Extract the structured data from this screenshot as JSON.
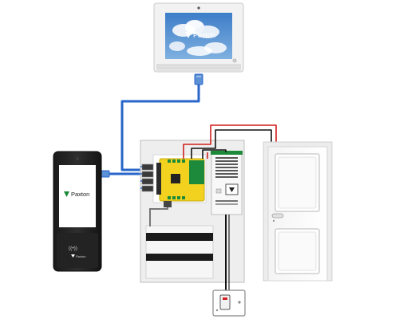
{
  "monitor": {
    "brand": "Paxton",
    "badge": "P"
  },
  "entry_panel": {
    "brand": "Paxton",
    "reader_brand": "Paxton",
    "reader_symbol": "((•))"
  },
  "colors": {
    "network_cable": "#2a66c9",
    "power_wire_red": "#d11f1f",
    "power_wire_black": "#111111",
    "controller_board": "#f2d21e",
    "controller_accent": "#1c8a3a",
    "cabinet": "#eeeeee",
    "door": "#ffffff",
    "sky_top": "#2f6fc4",
    "cloud": "#f4f7fb"
  },
  "icons": {
    "door_icon": "panelled-door",
    "wall_switch_icon": "wall-switch",
    "psu_icon": "power-supply",
    "board_icon": "access-controller",
    "monitor_icon": "video-monitor",
    "entry_panel_icon": "door-entry-panel"
  }
}
